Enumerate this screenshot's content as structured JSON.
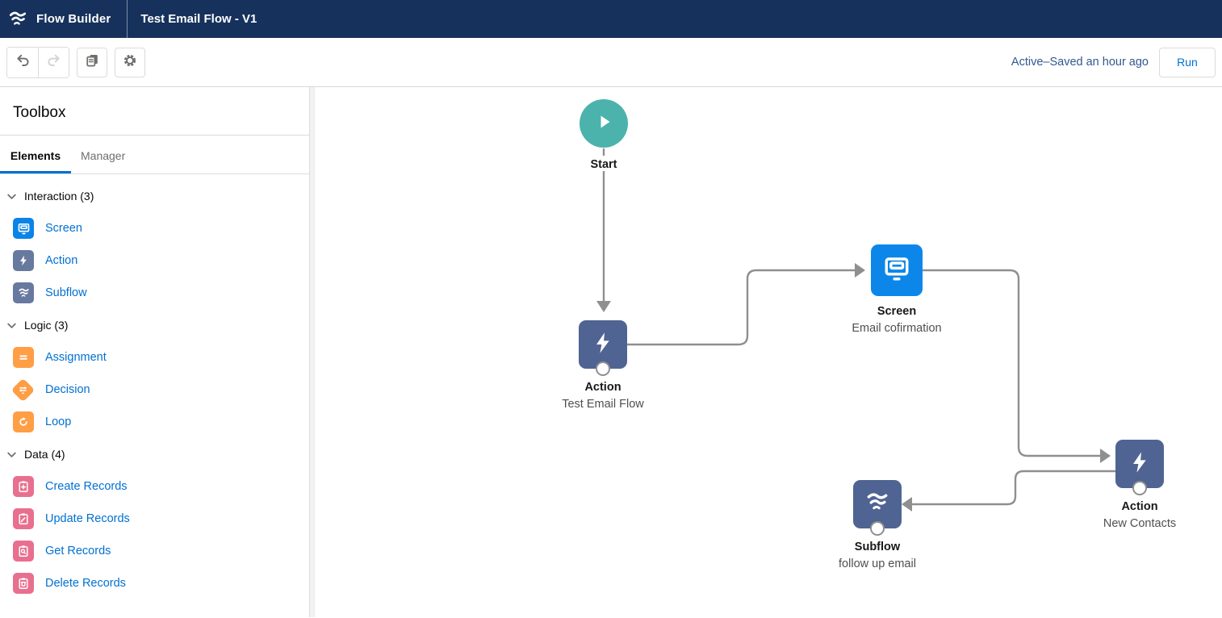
{
  "navbar": {
    "app_name": "Flow Builder",
    "flow_title": "Test Email Flow - V1",
    "logo_icon": "flow-logo-icon"
  },
  "toolbar": {
    "buttons": [
      {
        "icon": "undo-icon",
        "enabled": true
      },
      {
        "icon": "redo-icon",
        "enabled": false
      },
      {
        "icon": "duplicate-icon",
        "enabled": true
      },
      {
        "icon": "settings-gear-icon",
        "enabled": true
      }
    ],
    "status_text": "Active–Saved an hour ago",
    "run_label": "Run"
  },
  "toolbox": {
    "title": "Toolbox",
    "tabs": [
      {
        "label": "Elements",
        "active": true
      },
      {
        "label": "Manager",
        "active": false
      }
    ],
    "sections": [
      {
        "label": "Interaction (3)",
        "items": [
          {
            "label": "Screen",
            "icon": "screen-icon",
            "color": "#0b84e8"
          },
          {
            "label": "Action",
            "icon": "action-bolt-icon",
            "color": "#68799f"
          },
          {
            "label": "Subflow",
            "icon": "subflow-icon",
            "color": "#68799f"
          }
        ]
      },
      {
        "label": "Logic (3)",
        "items": [
          {
            "label": "Assignment",
            "icon": "assignment-equals-icon",
            "color": "#ff9e45"
          },
          {
            "label": "Decision",
            "icon": "decision-diamond-icon",
            "color": "#ff9e45"
          },
          {
            "label": "Loop",
            "icon": "loop-refresh-icon",
            "color": "#ff9e45"
          }
        ]
      },
      {
        "label": "Data (4)",
        "items": [
          {
            "label": "Create Records",
            "icon": "create-records-icon",
            "color": "#e8708e"
          },
          {
            "label": "Update Records",
            "icon": "update-records-icon",
            "color": "#e8708e"
          },
          {
            "label": "Get Records",
            "icon": "get-records-icon",
            "color": "#e8708e"
          },
          {
            "label": "Delete Records",
            "icon": "delete-records-icon",
            "color": "#e8708e"
          }
        ]
      }
    ]
  },
  "canvas": {
    "nodes": [
      {
        "type": "start",
        "label": "Start",
        "sublabel": ""
      },
      {
        "type": "action",
        "label": "Action",
        "sublabel": "Test Email Flow"
      },
      {
        "type": "screen",
        "label": "Screen",
        "sublabel": "Email cofirmation"
      },
      {
        "type": "action",
        "label": "Action",
        "sublabel": "New Contacts"
      },
      {
        "type": "subflow",
        "label": "Subflow",
        "sublabel": "follow up email"
      }
    ]
  },
  "colors": {
    "navbar_bg": "#16325c",
    "link_blue": "#0070d2",
    "status_blue": "#31598f",
    "screen_blue": "#0b84e8",
    "sidebar_slate": "#68799f",
    "canvas_slate": "#4f6492",
    "logic_orange": "#ff9e45",
    "data_pink": "#e8708e",
    "start_teal": "#4bb3ac",
    "connector_gray": "#8f8f8f"
  }
}
